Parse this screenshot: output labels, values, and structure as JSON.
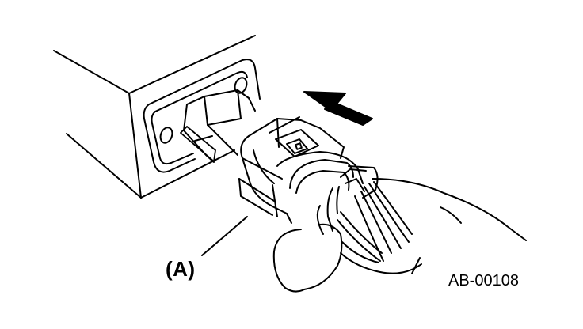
{
  "figure": {
    "callout_label": "(A)",
    "figure_code": "AB-00108",
    "line_color": "#000000",
    "background_color": "#ffffff",
    "parts": {
      "housing": "control-unit-housing",
      "receptacle": "connector-receptacle",
      "connector": "harness-connector",
      "arrow": "insert-direction-arrow",
      "hand": "hand",
      "wires": "wire-bundle"
    }
  }
}
